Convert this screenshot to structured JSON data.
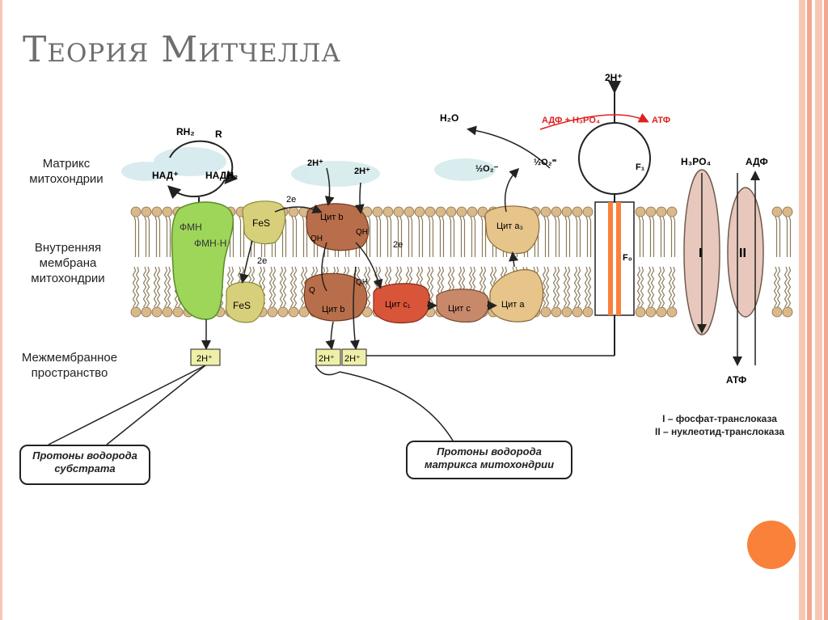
{
  "slide": {
    "title": "Теория Митчелла",
    "colors": {
      "stripe_light": "#f7c7b4",
      "stripe_mid": "#f2a88d",
      "accent": "#f9813a",
      "green": "#9ed65a",
      "brown": "#b86e4a",
      "red": "#d9553a",
      "tan": "#e6c48a",
      "atf_red": "#e02020"
    }
  },
  "regions": {
    "matrix": "Матрикс митохондрии",
    "inner_membrane": "Внутренняя мембрана митохондрии",
    "intermembrane": "Межмембранное пространство"
  },
  "labels": {
    "rh2": "RH₂",
    "r": "R",
    "nad": "НАД⁺",
    "nadh2": "НАДН₂",
    "fmn": "ФМН",
    "fmnh": "ФМН·Н",
    "fes": "FeS",
    "fes_low": "FeS",
    "two_e_top": "2e",
    "two_e_mid": "2e",
    "two_e_right": "2e",
    "two_h_1": "2H⁺",
    "two_h_2": "2H⁺",
    "cyt_b_top": "Цит b",
    "cyt_b_bottom": "Цит b",
    "qh_1": "QH",
    "qh_2": "QH",
    "q_1": "Q",
    "qh_3": "QH",
    "cyt_c1": "Цит c₁",
    "cyt_c": "Цит c",
    "cyt_a3": "Цит a₃",
    "cyt_a": "Цит a",
    "h2o": "H₂O",
    "half_o2_minus": "½O₂⁻",
    "half_o2_eq": "½O₂⁼",
    "two_h_top": "2H⁺",
    "adf_h3po4": "АДФ + H₃PO₄",
    "atf_red": "АТФ",
    "f1": "F₁",
    "f0": "F₀",
    "h3po4": "H₃PO₄",
    "adf": "АДФ",
    "atf_bottom": "АТФ",
    "roman_1": "I",
    "roman_2": "II",
    "box_2h_left": "2H⁺",
    "box_2h_mid1": "2H⁺",
    "box_2h_mid2": "2H⁺"
  },
  "callouts": {
    "substrate": "Протоны водорода субстрата",
    "matrix": "Протоны водорода матрикса митохондрии"
  },
  "legend": {
    "line1": "I – фосфат-транслоказа",
    "line2": "II – нуклеотид-транслоказа"
  }
}
